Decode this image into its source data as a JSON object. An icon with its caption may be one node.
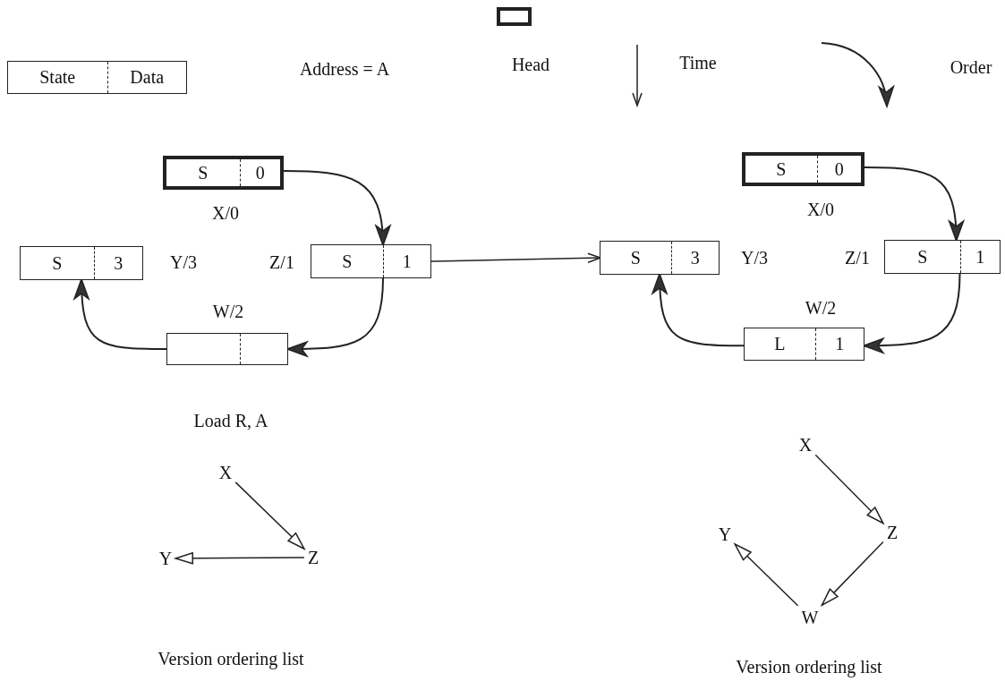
{
  "diagram": {
    "nodes": [
      {
        "text": [
          "State",
          "Data"
        ]
      },
      {
        "text": [],
        "shape": "box",
        "beside": [
          "Head"
        ]
      },
      {
        "text": [
          "S",
          "0"
        ],
        "beside": [
          "X/0"
        ]
      },
      {
        "text": [
          "S",
          "3"
        ],
        "beside": [
          "Y/3"
        ]
      },
      {
        "text": [
          "S",
          "1"
        ],
        "beside": [
          "Z/1"
        ]
      },
      {
        "text": [],
        "shape": "box",
        "beside": [
          "W/2"
        ]
      },
      {
        "text": [
          "S",
          "0"
        ],
        "beside": [
          "X/0"
        ]
      },
      {
        "text": [
          "S",
          "3"
        ],
        "beside": [
          "Y/3"
        ]
      },
      {
        "text": [
          "S",
          "1"
        ],
        "beside": [
          "Z/1"
        ]
      },
      {
        "text": [
          "L",
          "1"
        ],
        "beside": [
          "W/2"
        ]
      },
      {
        "text": [
          "X"
        ]
      },
      {
        "text": [
          "Z"
        ]
      },
      {
        "text": [
          "Y"
        ]
      },
      {
        "text": [
          "X"
        ]
      },
      {
        "text": [
          "Y"
        ]
      },
      {
        "text": [
          "Z"
        ]
      },
      {
        "text": [
          "W"
        ]
      }
    ],
    "edges": [
      {
        "from": 2,
        "to": 4,
        "arrow": "to"
      },
      {
        "from": 4,
        "to": 5,
        "arrow": "to"
      },
      {
        "from": 5,
        "to": 3,
        "arrow": "to"
      },
      {
        "from": 4,
        "to": 7,
        "arrow": "to"
      },
      {
        "from": 6,
        "to": 8,
        "arrow": "to"
      },
      {
        "from": 8,
        "to": 9,
        "arrow": "to"
      },
      {
        "from": 9,
        "to": 7,
        "arrow": "to"
      },
      {
        "from": 10,
        "to": 11,
        "arrow": "to"
      },
      {
        "from": 11,
        "to": 12,
        "arrow": "to"
      },
      {
        "from": 13,
        "to": 15,
        "arrow": "to"
      },
      {
        "from": 15,
        "to": 16,
        "arrow": "to"
      },
      {
        "from": 16,
        "to": 14,
        "arrow": "to"
      }
    ],
    "labels": [
      "Address = A",
      "Time",
      "Order",
      "Load R, A",
      "Version ordering list",
      "Version ordering list"
    ]
  }
}
